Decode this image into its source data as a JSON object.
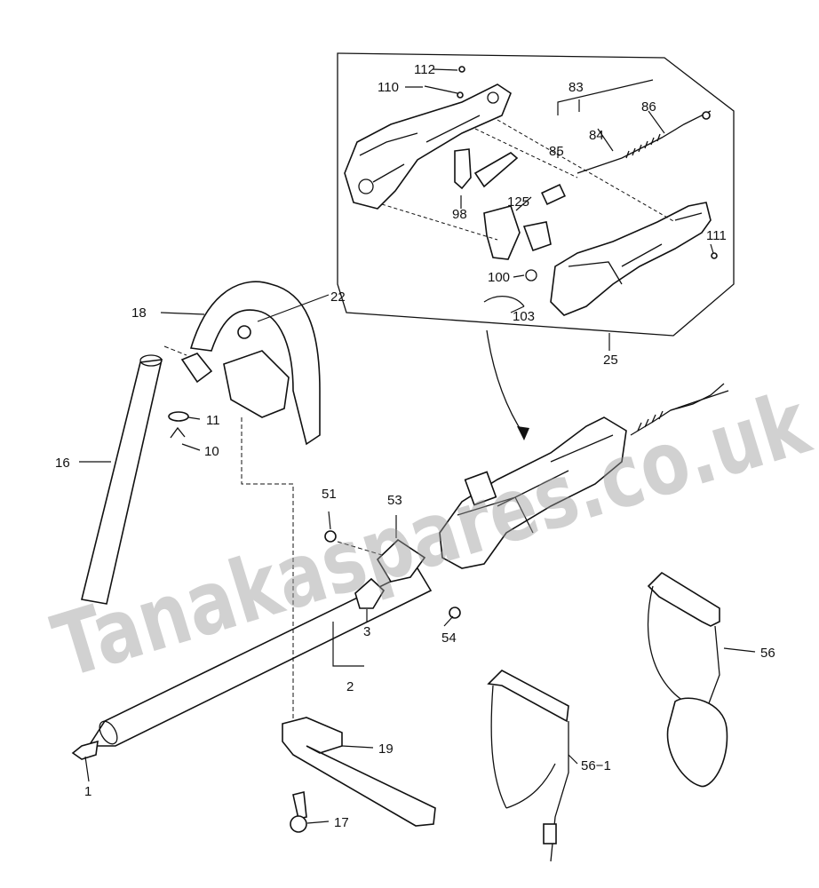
{
  "watermark": "Tanakaspares.co.uk",
  "callouts": {
    "c1": "1",
    "c2": "2",
    "c3": "3",
    "c10": "10",
    "c11": "11",
    "c16": "16",
    "c17": "17",
    "c18": "18",
    "c19": "19",
    "c22": "22",
    "c25": "25",
    "c51": "51",
    "c53": "53",
    "c54": "54",
    "c56": "56",
    "c56_1": "56−1",
    "c83": "83",
    "c84": "84",
    "c85": "85",
    "c86": "86",
    "c98": "98",
    "c100": "100",
    "c103": "103",
    "c110": "110",
    "c111": "111",
    "c112": "112",
    "c125": "125"
  }
}
